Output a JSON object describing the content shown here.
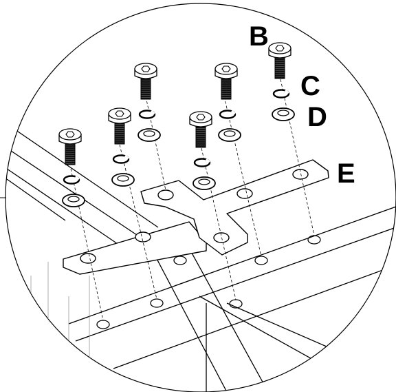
{
  "labels": {
    "screw": "B",
    "lock_washer": "C",
    "flat_washer": "D",
    "plate": "E"
  },
  "parts": {
    "screw_count": 6,
    "plate_hole_count": 6,
    "rail_hole_count": 6
  },
  "colors": {
    "line": "#000000",
    "fill": "#ffffff",
    "dark": "#111111"
  }
}
